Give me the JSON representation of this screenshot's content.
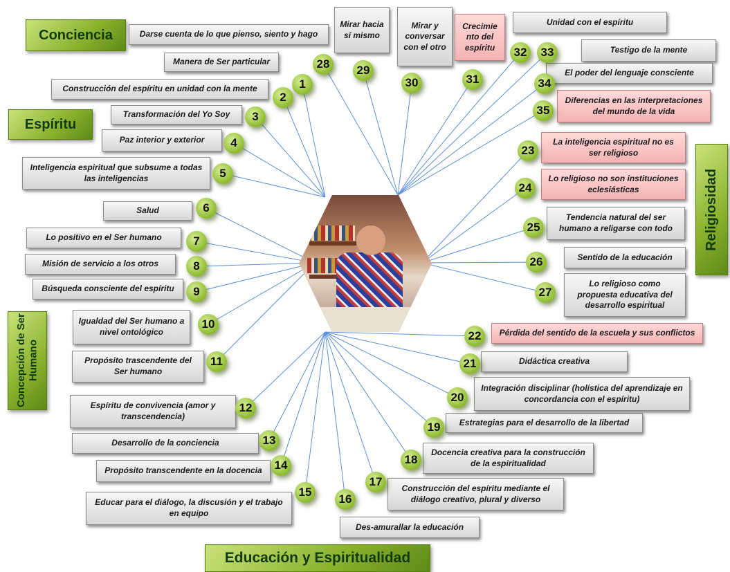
{
  "categories": [
    {
      "id": "conciencia",
      "label": "Conciencia"
    },
    {
      "id": "espiritu",
      "label": "Espíritu"
    },
    {
      "id": "concepcion",
      "label": "Concepción de Ser Humano"
    },
    {
      "id": "religiosidad",
      "label": "Religiosidad"
    },
    {
      "id": "educacion",
      "label": "Educación y Espiritualidad"
    }
  ],
  "nodes": [
    {
      "n": "1",
      "text": "Manera de Ser particular"
    },
    {
      "n": "2",
      "text": "Construcción del espíritu en unidad con la mente"
    },
    {
      "n": "3",
      "text": "Transformación del Yo Soy"
    },
    {
      "n": "4",
      "text": "Paz interior y exterior"
    },
    {
      "n": "5",
      "text": "Inteligencia espiritual que subsume a todas las inteligencias"
    },
    {
      "n": "6",
      "text": "Salud"
    },
    {
      "n": "7",
      "text": "Lo positivo en el Ser humano"
    },
    {
      "n": "8",
      "text": "Misión de servicio a los otros"
    },
    {
      "n": "9",
      "text": "Búsqueda consciente del espíritu"
    },
    {
      "n": "10",
      "text": "Igualdad del Ser humano a nivel ontológico"
    },
    {
      "n": "11",
      "text": "Propósito trascendente del Ser humano"
    },
    {
      "n": "12",
      "text": "Espíritu de convivencia (amor y transcendencia)"
    },
    {
      "n": "13",
      "text": "Desarrollo de la conciencia"
    },
    {
      "n": "14",
      "text": "Propósito transcendente en la docencia"
    },
    {
      "n": "15",
      "text": "Educar para el diálogo, la discusión y el trabajo en equipo"
    },
    {
      "n": "16",
      "text": "Des-amurallar la educación"
    },
    {
      "n": "17",
      "text": "Construcción del espíritu mediante el diálogo creativo, plural y diverso"
    },
    {
      "n": "18",
      "text": "Docencia creativa para la construcción de la espiritualidad"
    },
    {
      "n": "19",
      "text": "Estrategias para el desarrollo de la libertad"
    },
    {
      "n": "20",
      "text": "Integración disciplinar (holística del aprendizaje en concordancia con el espíritu)"
    },
    {
      "n": "21",
      "text": "Didáctica creativa"
    },
    {
      "n": "22",
      "text": "Pérdida del sentido de la escuela y sus conflictos"
    },
    {
      "n": "23",
      "text": "La inteligencia espiritual no es ser religioso"
    },
    {
      "n": "24",
      "text": "Lo religioso no son instituciones eclesiásticas"
    },
    {
      "n": "25",
      "text": "Tendencia natural del ser humano a religarse con todo"
    },
    {
      "n": "26",
      "text": "Sentido de la educación"
    },
    {
      "n": "27",
      "text": "Lo religioso como propuesta educativa del desarrollo espiritual"
    },
    {
      "n": "28",
      "text": "Darse cuenta de lo que pienso, siento y hago"
    },
    {
      "n": "29",
      "text": "Mirar hacia sí mismo"
    },
    {
      "n": "30",
      "text": "Mirar y conversar con el otro"
    },
    {
      "n": "31",
      "text": "Crecimie nto del espíritu"
    },
    {
      "n": "32",
      "text": "Unidad con el espíritu"
    },
    {
      "n": "33",
      "text": "Testigo de la mente"
    },
    {
      "n": "34",
      "text": "El poder del lenguaje consciente"
    },
    {
      "n": "35",
      "text": "Diferencias en las interpretaciones del mundo de la vida"
    }
  ],
  "colors": {
    "line": "#5b8fd6",
    "box_gray": "#d6d6d6",
    "box_pink": "#f4b3b3",
    "badge_green": "#8dbb2e",
    "category_green": "#89b12c"
  },
  "center_image": "photo of a man in a plaid shirt gesturing, seated before bookshelves"
}
